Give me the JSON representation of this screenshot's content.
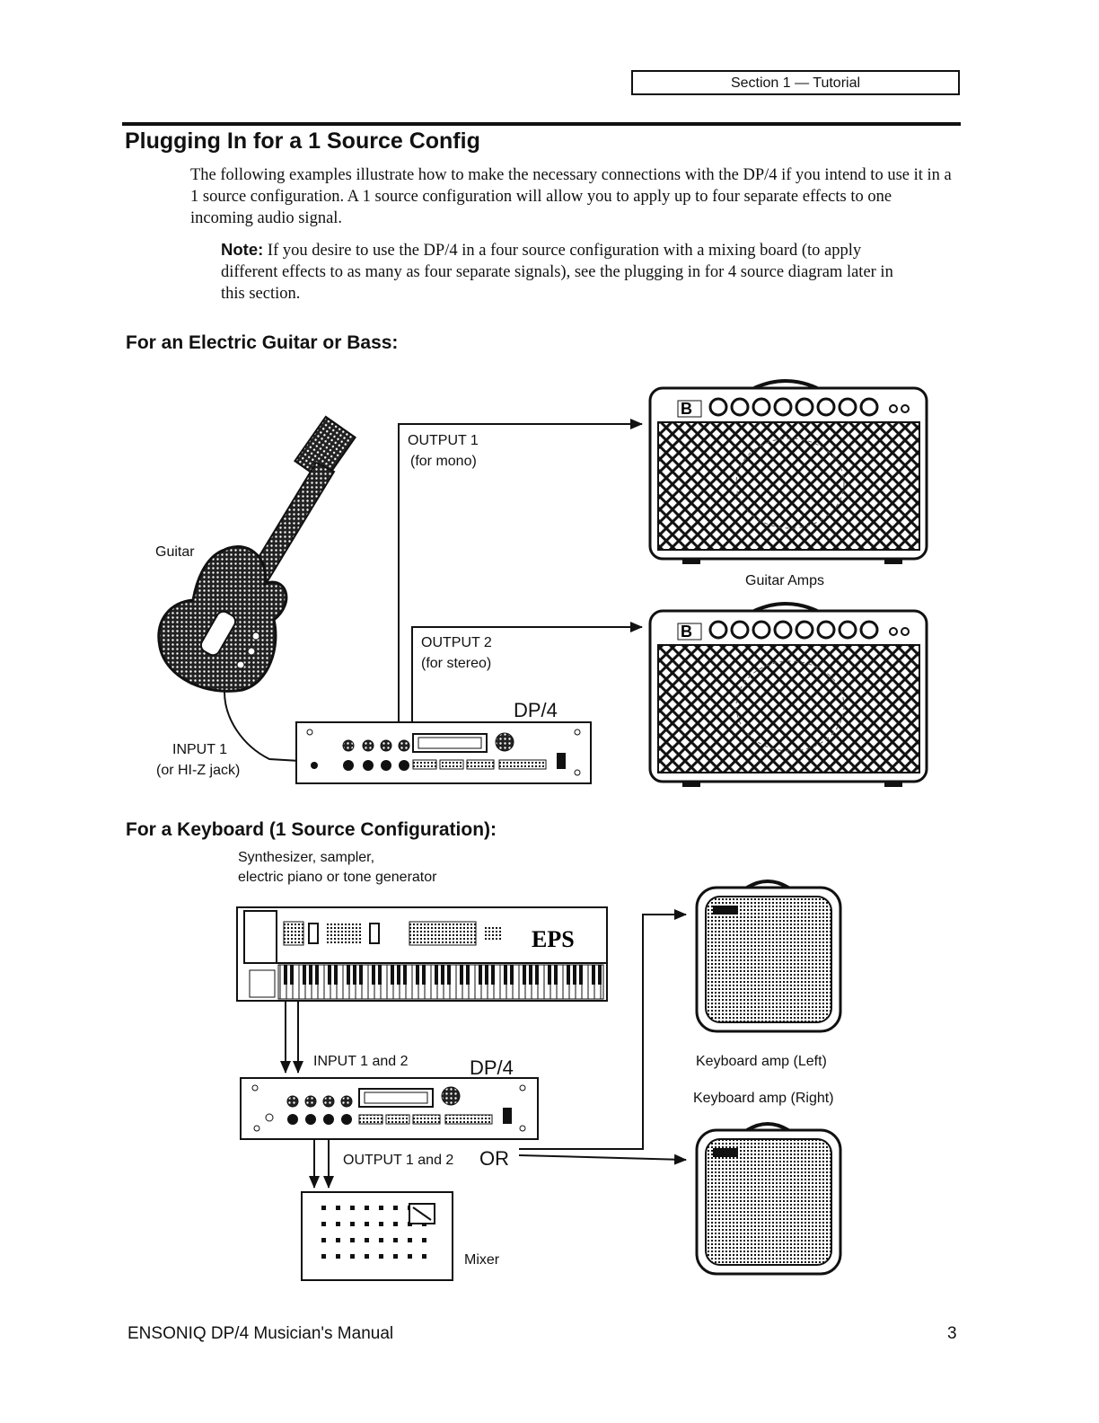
{
  "header": {
    "section_label": "Section 1 — Tutorial"
  },
  "page": {
    "title": "Plugging In for a 1 Source Config",
    "intro": "The following examples illustrate how to make the necessary connections with the DP/4 if you intend to use it in a 1 source configuration.  A 1 source configuration will allow you to apply up to four separate effects to one incoming audio signal.",
    "note_label": "Note:",
    "note_text": " If you desire to use the DP/4 in a four source configuration with a mixing board (to apply different effects to as many as four separate signals), see the plugging in for 4 source diagram later in this section."
  },
  "guitar_section": {
    "heading": "For an Electric Guitar or Bass:",
    "guitar_label": "Guitar",
    "output1": "OUTPUT 1",
    "output1_sub": "(for mono)",
    "output2": "OUTPUT 2",
    "output2_sub": "(for stereo)",
    "dp4": "DP/4",
    "input1": "INPUT 1",
    "input1_sub": "(or HI-Z jack)",
    "amps_label": "Guitar Amps"
  },
  "keyboard_section": {
    "heading": "For a Keyboard (1 Source Configuration):",
    "synth_line1": "Synthesizer, sampler,",
    "synth_line2": "electric piano or tone generator",
    "keyboard_logo": "EPS",
    "inputs": "INPUT 1 and 2",
    "dp4": "DP/4",
    "outputs": "OUTPUT 1 and 2",
    "or": "OR",
    "amp_left": "Keyboard amp (Left)",
    "amp_right": "Keyboard amp (Right)",
    "mixer": "Mixer"
  },
  "footer": {
    "manual": "ENSONIQ DP/4 Musician's Manual",
    "page_number": "3"
  }
}
